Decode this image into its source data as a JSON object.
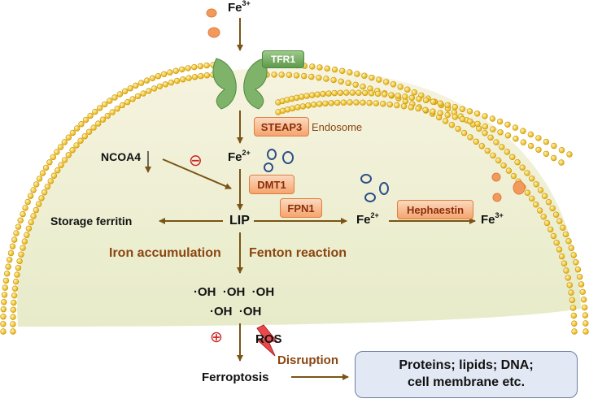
{
  "top": {
    "fe3_base": "Fe",
    "fe3_charge": "3+"
  },
  "receptor": {
    "label": "TFR1"
  },
  "endosome": {
    "steap3": "STEAP3",
    "label": "Endosome"
  },
  "regulator": {
    "ncoa4": "NCOA4",
    "inhibit_symbol": "⊖"
  },
  "iron": {
    "fe2_base": "Fe",
    "fe2_charge": "2+",
    "dmt1": "DMT1",
    "fpn1": "FPN1",
    "lip": "LIP",
    "storage": "Storage ferritin",
    "fe2_out_base": "Fe",
    "fe2_out_charge": "2+",
    "hephaestin": "Hephaestin",
    "fe3_out_base": "Fe",
    "fe3_out_charge": "3+"
  },
  "reactions": {
    "iron_accumulation": "Iron accumulation",
    "fenton": "Fenton reaction",
    "oh_row1": "·OH  ·OH  ·OH",
    "oh_row2": "·OH  ·OH"
  },
  "outcome": {
    "promote_symbol": "⊕",
    "ros": "ROS",
    "ferroptosis": "Ferroptosis",
    "disruption": "Disruption",
    "targets_line1": "Proteins; lipids; DNA;",
    "targets_line2": "cell membrane etc."
  },
  "colors": {
    "arrow": "#7a5416",
    "orange_ion": "#f29a5c",
    "blue_ion": "#2c4f8a",
    "inhibit": "#cc2222",
    "membrane": "#f2c020"
  }
}
